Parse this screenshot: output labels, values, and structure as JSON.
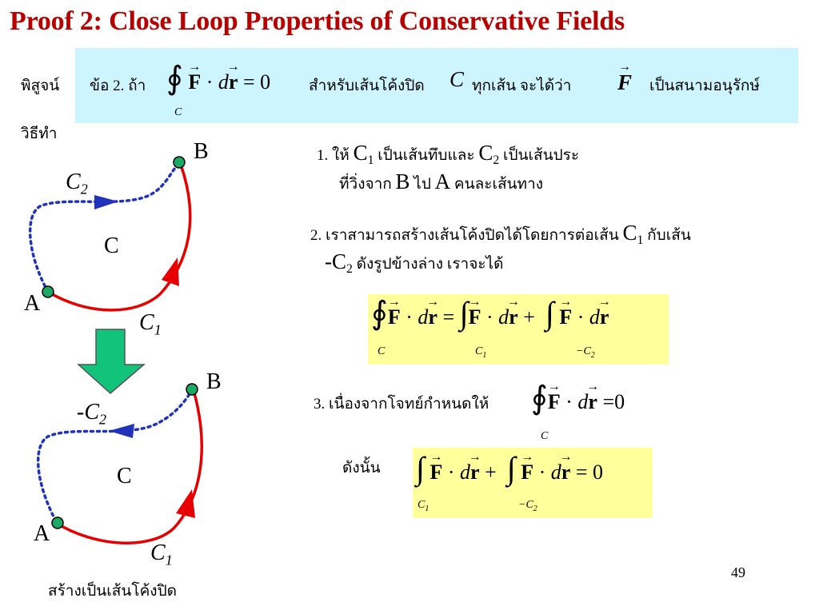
{
  "title": "Proof 2: Close Loop Properties of Conservative Fields",
  "prove_label": "พิสูจน์",
  "statement": {
    "prefix": "ข้อ 2. ถ้า",
    "equals_zero": "= 0",
    "text_middle": "สำหรับเส้นโค้งปิด",
    "C": "C",
    "text_every": "ทุกเส้น  จะได้ว่า",
    "F": "F",
    "text_end": "เป็นสนามอนุรักษ์",
    "sub_C": "C"
  },
  "method_label": "วิธีทำ",
  "step1": {
    "line1_a": "1. ให้",
    "C1": "C",
    "sub1": "1",
    "line1_b": "เป็นเส้นทึบและ",
    "C2": "C",
    "sub2": "2",
    "line1_c": "เป็นเส้นประ",
    "line2_a": "ที่วิ่งจาก",
    "B": "B",
    "line2_b": "ไป",
    "A": "A",
    "line2_c": "คนละเส้นทาง"
  },
  "step2": {
    "line1": "2. เราสามารถสร้างเส้นโค้งปิดได้โดยการต่อเส้น",
    "C1": "C",
    "sub1": "1",
    "line1_end": "กับเส้น",
    "line2_a": "-C",
    "sub2": "2",
    "line2_b": "ดังรูปข้างล่าง เราจะได้"
  },
  "eq1": {
    "lower_C": "C",
    "eq": "=",
    "lower_C1": "C",
    "lower_C1_sub": "1",
    "plus": "+",
    "lower_C2": "−C",
    "lower_C2_sub": "2"
  },
  "step3": {
    "text": "3. เนื่องจากโจทย์กำหนดให้",
    "eq": "=0",
    "lower_C": "C"
  },
  "therefore": "ดังนั้น",
  "eq2": {
    "plus": "+",
    "equals_zero": "= 0",
    "lower_C1": "C",
    "lower_C1_sub": "1",
    "lower_C2": "−C",
    "lower_C2_sub": "2"
  },
  "terms": {
    "F": "F",
    "dot": "·",
    "d": "d",
    "r": "r"
  },
  "diagram_top": {
    "B": "B",
    "A": "A",
    "C": "C",
    "C2": "C",
    "C2_sub": "2",
    "C1": "C",
    "C1_sub": "1"
  },
  "diagram_bottom": {
    "B": "B",
    "A": "A",
    "C": "C",
    "negC2": "-C",
    "negC2_sub": "2",
    "C1": "C",
    "C1_sub": "1"
  },
  "caption": "สร้างเป็นเส้นโค้งปิด",
  "page_number": "49",
  "colors": {
    "title": "#b80000",
    "cyan_box": "#ccf5ff",
    "yellow_box": "#ffff9c",
    "solid_curve": "#e60000",
    "dashed_curve": "#2233bb",
    "point": "#1aaa66",
    "down_arrow": "#11c47a"
  }
}
